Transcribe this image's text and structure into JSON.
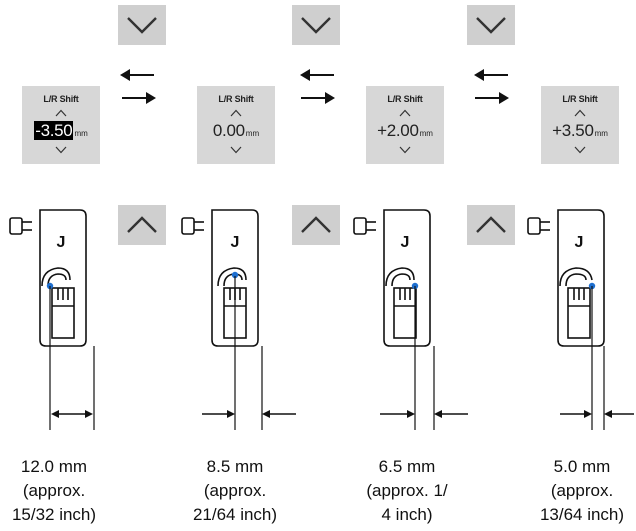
{
  "lr_shift": {
    "title": "L/R Shift",
    "unit": "mm",
    "values": [
      "-3.50",
      "0.00",
      "+2.00",
      "+3.50"
    ]
  },
  "foot_letter": "J",
  "captions": [
    {
      "line1": "12.0 mm",
      "line2": "(approx.",
      "line3": "15/32 inch)"
    },
    {
      "line1": "8.5 mm",
      "line2": "(approx.",
      "line3": "21/64 inch)"
    },
    {
      "line1": "6.5 mm",
      "line2": "(approx. 1/",
      "line3": "4 inch)"
    },
    {
      "line1": "5.0 mm",
      "line2": "(approx.",
      "line3": "13/64 inch)"
    }
  ],
  "icons": {
    "down_button": "chevron-down-icon",
    "up_button": "chevron-up-icon",
    "arrow_left": "arrow-left-icon",
    "arrow_right": "arrow-right-icon",
    "needle_dot": "#1e6fd0"
  }
}
